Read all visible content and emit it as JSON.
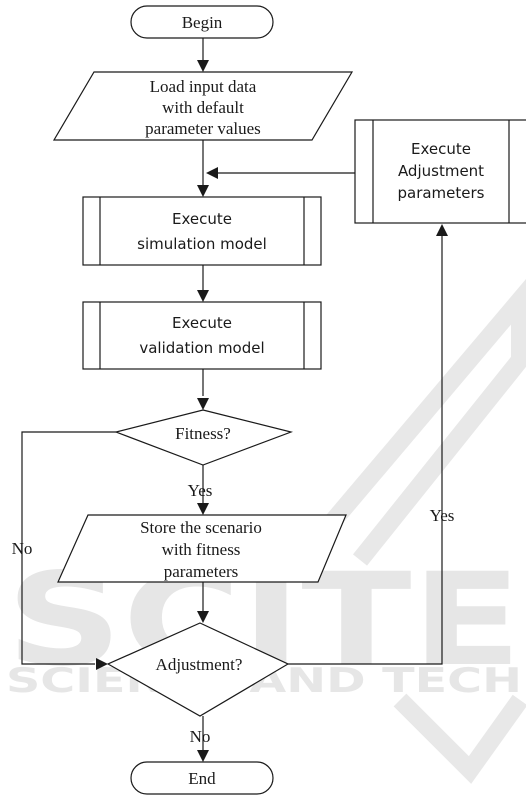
{
  "nodes": {
    "begin": "Begin",
    "load": [
      "Load input data",
      "with default",
      "parameter values"
    ],
    "simulation": [
      "Execute",
      "simulation model"
    ],
    "validation": [
      "Execute",
      "validation model"
    ],
    "fitness": "Fitness?",
    "store": [
      "Store the scenario",
      "with fitness",
      "parameters"
    ],
    "adjustment_decision": "Adjustment?",
    "adjust": [
      "Execute",
      "Adjustment",
      "parameters"
    ],
    "end": "End"
  },
  "edges": {
    "fitness_yes": "Yes",
    "fitness_no": "No",
    "adjustment_yes": "Yes",
    "adjustment_no": "No"
  },
  "watermark": {
    "big": "SCITE",
    "small": "SCIENCE AND TECH"
  },
  "colors": {
    "stroke": "#1a1a1a",
    "watermark": "#e6e6e6"
  }
}
